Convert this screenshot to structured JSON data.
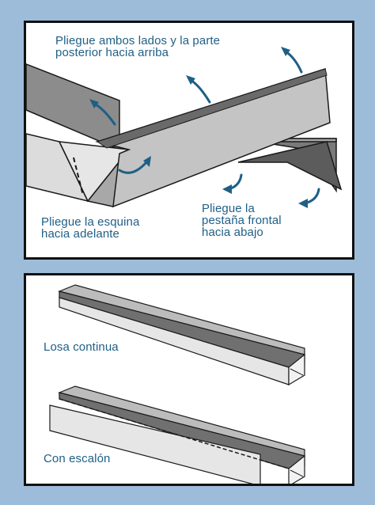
{
  "colors": {
    "background": "#9dbcd9",
    "label_text": "#1f5f86",
    "arrow": "#1f5f86",
    "panel_border": "#111111"
  },
  "top_panel": {
    "label_fold_back": "Pliegue ambos lados y la parte\nposterior hacia arriba",
    "label_fold_corner": "Pliegue la esquina\nhacia adelante",
    "label_fold_tab": "Pliegue la\npestaña frontal\nhacia abajo"
  },
  "bottom_panel": {
    "label_continuous": "Losa continua",
    "label_stepped": "Con escalón"
  },
  "icons": [
    "curved-arrow-icon"
  ]
}
